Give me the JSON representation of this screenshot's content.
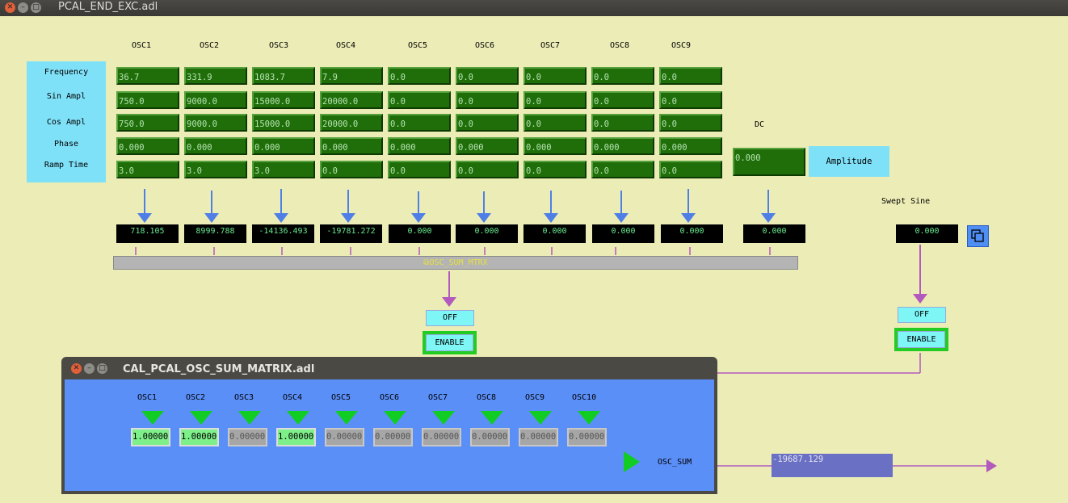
{
  "window": {
    "title": "PCAL_END_EXC.adl"
  },
  "osc_headers": [
    "OSC1",
    "OSC2",
    "OSC3",
    "OSC4",
    "OSC5",
    "OSC6",
    "OSC7",
    "OSC8",
    "OSC9"
  ],
  "row_labels": [
    "Frequency",
    "Sin Ampl",
    "Cos Ampl",
    "Phase",
    "Ramp Time"
  ],
  "grid": [
    [
      "36.7",
      "331.9",
      "1083.7",
      "7.9",
      "0.0",
      "0.0",
      "0.0",
      "0.0",
      "0.0"
    ],
    [
      "750.0",
      "9000.0",
      "15000.0",
      "20000.0",
      "0.0",
      "0.0",
      "0.0",
      "0.0",
      "0.0"
    ],
    [
      "750.0",
      "9000.0",
      "15000.0",
      "20000.0",
      "0.0",
      "0.0",
      "0.0",
      "0.0",
      "0.0"
    ],
    [
      "0.000",
      "0.000",
      "0.000",
      "0.000",
      "0.000",
      "0.000",
      "0.000",
      "0.000",
      "0.000"
    ],
    [
      "3.0",
      "3.0",
      "3.0",
      "0.0",
      "0.0",
      "0.0",
      "0.0",
      "0.0",
      "0.0"
    ]
  ],
  "dc": {
    "label": "DC",
    "value": "0.000",
    "amplitude_label": "Amplitude"
  },
  "outputs": [
    "718.105",
    "8999.788",
    "-14136.493",
    "-19781.272",
    "0.000",
    "0.000",
    "0.000",
    "0.000",
    "0.000",
    "0.000"
  ],
  "sum_matrix_bar": {
    "label": "OSC_SUM_MTRX",
    "icon": "related-display-icon"
  },
  "controls": {
    "off_label": "OFF",
    "enable_label": "ENABLE"
  },
  "swept_sine": {
    "label": "Swept Sine",
    "value": "0.000",
    "off_label": "OFF",
    "enable_label": "ENABLE",
    "icon": "related-display-icon"
  },
  "sub_window": {
    "title": "CAL_PCAL_OSC_SUM_MATRIX.adl",
    "headers": [
      "OSC1",
      "OSC2",
      "OSC3",
      "OSC4",
      "OSC5",
      "OSC6",
      "OSC7",
      "OSC8",
      "OSC9",
      "OSC10"
    ],
    "gains": [
      "1.00000",
      "1.00000",
      "0.00000",
      "1.00000",
      "0.00000",
      "0.00000",
      "0.00000",
      "0.00000",
      "0.00000",
      "0.00000"
    ],
    "active": [
      true,
      true,
      false,
      true,
      false,
      false,
      false,
      false,
      false,
      false
    ],
    "sum_label": "OSC_SUM"
  },
  "osc_sum_value": "-19687.129",
  "colors": {
    "background": "#ececb6",
    "field": "#1f6e0a",
    "arrow": "#4f7fe6",
    "link": "#b25abe",
    "green_ok": "#22cc22",
    "sub_body": "#5b8ff8"
  }
}
